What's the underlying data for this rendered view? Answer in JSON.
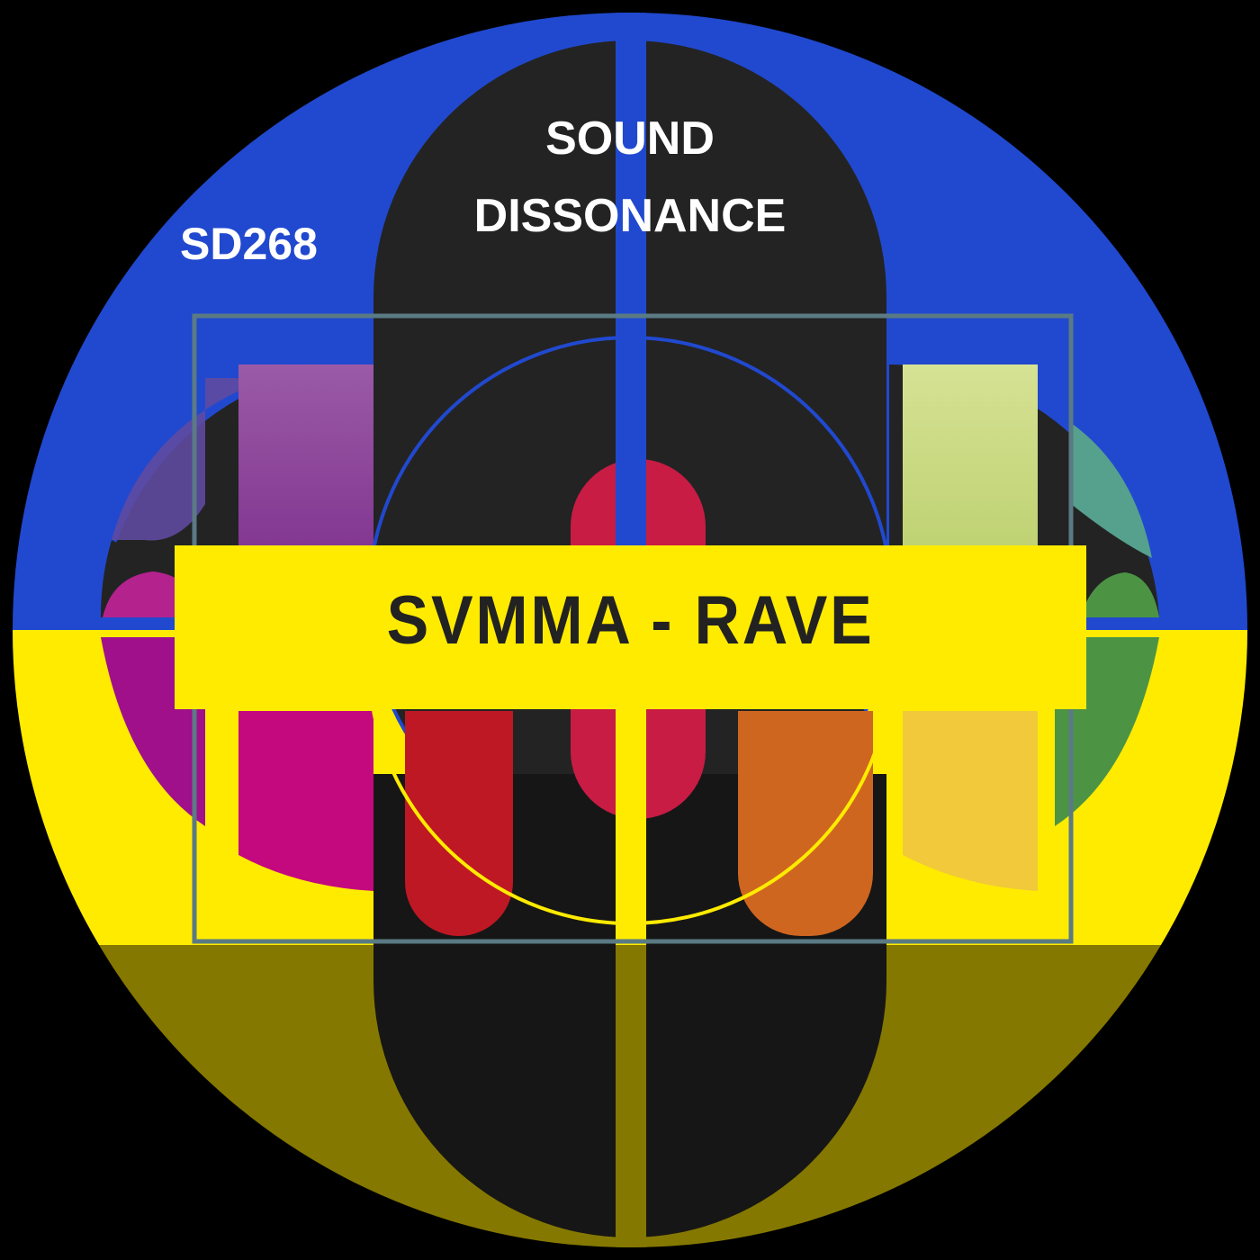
{
  "cover": {
    "label": "SOUND DISSONANCE",
    "label_line1": "SOUND",
    "label_line2": "DISSONANCE",
    "catalog_number": "SD268",
    "release_title": "SVMMA - RAVE",
    "artist": "SVMMA",
    "track": "RAVE"
  },
  "colors": {
    "background": "#000000",
    "top_blue": "#2149cf",
    "mid_yellow": "#ffeb00",
    "bottom_olive": "#857800",
    "dark_shape": "#232323",
    "banner": "#ffeb00",
    "banner_text": "#222222",
    "frame": "#5a7a84",
    "purple": "#8a3a96",
    "magenta": "#c4087e",
    "red": "#be1824",
    "crimson": "#c81c44",
    "orange": "#cf6620",
    "gold": "#f2c93a",
    "lime": "#c8d87a",
    "teal": "#56a08e",
    "green": "#4c9444"
  }
}
